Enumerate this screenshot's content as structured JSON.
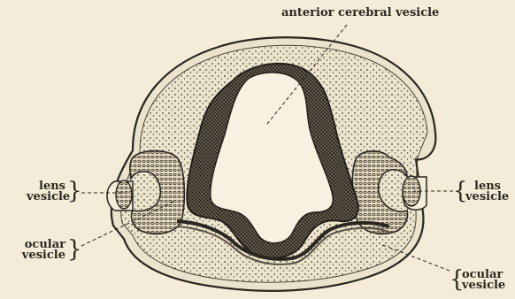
{
  "figure": {
    "labels": {
      "anterior_cerebral_vesicle": "anterior cerebral vesicle",
      "lens_left_line1": "lens",
      "lens_left_line2": "vesicle",
      "lens_right_line1": "lens",
      "lens_right_line2": "vesicle",
      "ocular_left_line1": "ocular",
      "ocular_left_line2": "vesicle",
      "ocular_right_line1": "ocular",
      "ocular_right_line2": "vesicle"
    },
    "colors": {
      "paper": "#f4ecd8",
      "ink": "#2a2620",
      "tissue_light": "#e9dfc6",
      "tissue_dark": "#3a342b"
    }
  }
}
